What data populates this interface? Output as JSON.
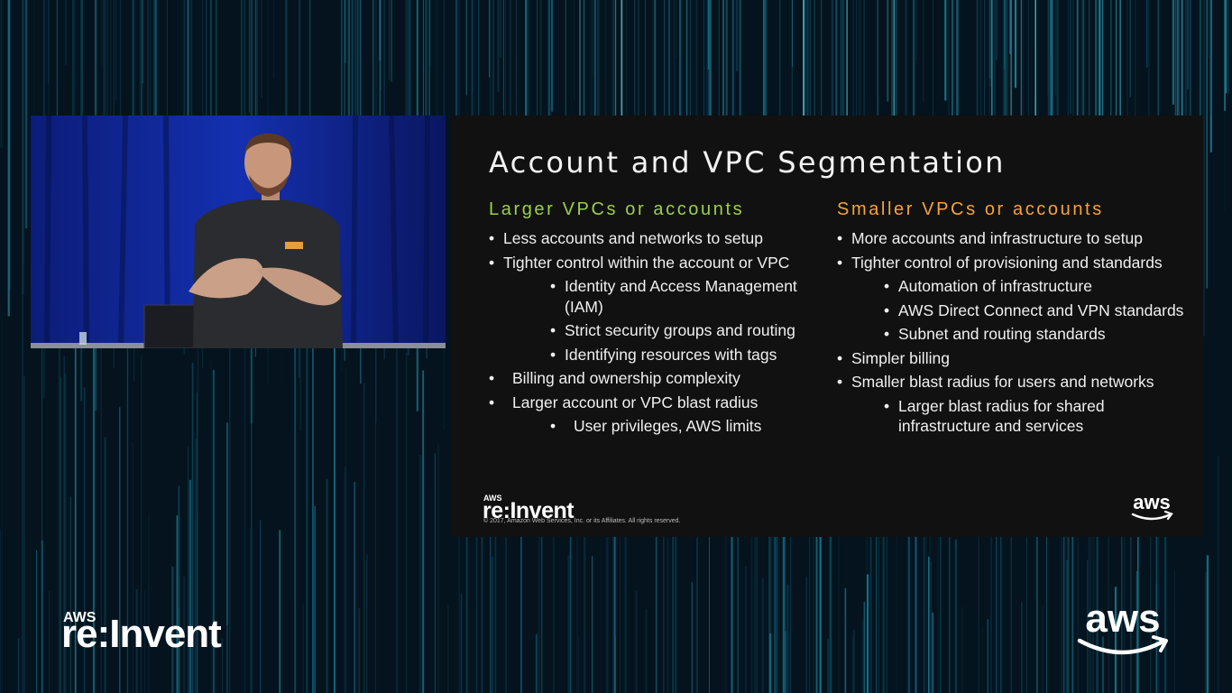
{
  "slide": {
    "title": "Account and VPC Segmentation",
    "left_column": {
      "heading": "Larger VPCs or accounts",
      "items": [
        "Less accounts and networks to setup",
        "Tighter control within the account or VPC",
        "Identity and Access Management (IAM)",
        "Strict security groups and routing",
        "Identifying resources with tags",
        "Billing and ownership complexity",
        "Larger account or VPC blast radius",
        "User privileges, AWS limits"
      ]
    },
    "right_column": {
      "heading": "Smaller VPCs or accounts",
      "items": [
        "More accounts and infrastructure to setup",
        "Tighter control of provisioning and standards",
        "Automation of infrastructure",
        "AWS Direct Connect and VPN standards",
        "Subnet and routing standards",
        "Simpler billing",
        "Smaller blast radius for users and networks",
        "Larger blast radius for shared infrastructure and services"
      ]
    },
    "footer_logo_small": "AWS",
    "footer_logo_text": "re:Invent",
    "copyright": "© 2017, Amazon Web Services, Inc. or its Affiliates. All rights reserved.",
    "aws_logo_text": "aws"
  },
  "event_logo": {
    "small": "AWS",
    "text": "re:Invent"
  },
  "corner_logo_text": "aws",
  "colors": {
    "left_heading": "#9ccf4a",
    "right_heading": "#f5a33b",
    "slide_bg": "#111111",
    "background": "#04121c"
  }
}
